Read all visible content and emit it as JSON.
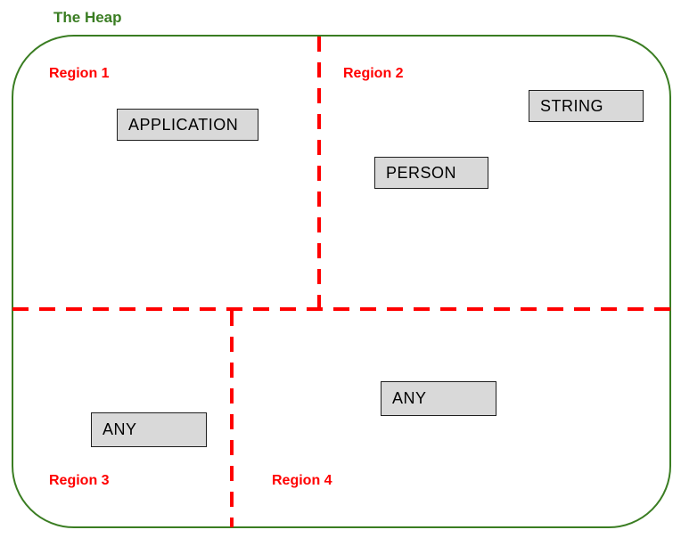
{
  "diagram": {
    "title": "The Heap",
    "colors": {
      "outline_green": "#3a7d22",
      "divider_red": "#ff0000",
      "box_fill": "#d9d9d9",
      "box_border": "#1f1f1f",
      "box_text": "#000000"
    },
    "regions": [
      {
        "label": "Region 1"
      },
      {
        "label": "Region 2"
      },
      {
        "label": "Region 3"
      },
      {
        "label": "Region 4"
      }
    ],
    "objects": [
      {
        "label": "APPLICATION",
        "region": "Region 1"
      },
      {
        "label": "STRING",
        "region": "Region 2"
      },
      {
        "label": "PERSON",
        "region": "Region 2"
      },
      {
        "label": "ANY",
        "region": "Region 3"
      },
      {
        "label": "ANY",
        "region": "Region 4"
      }
    ]
  }
}
